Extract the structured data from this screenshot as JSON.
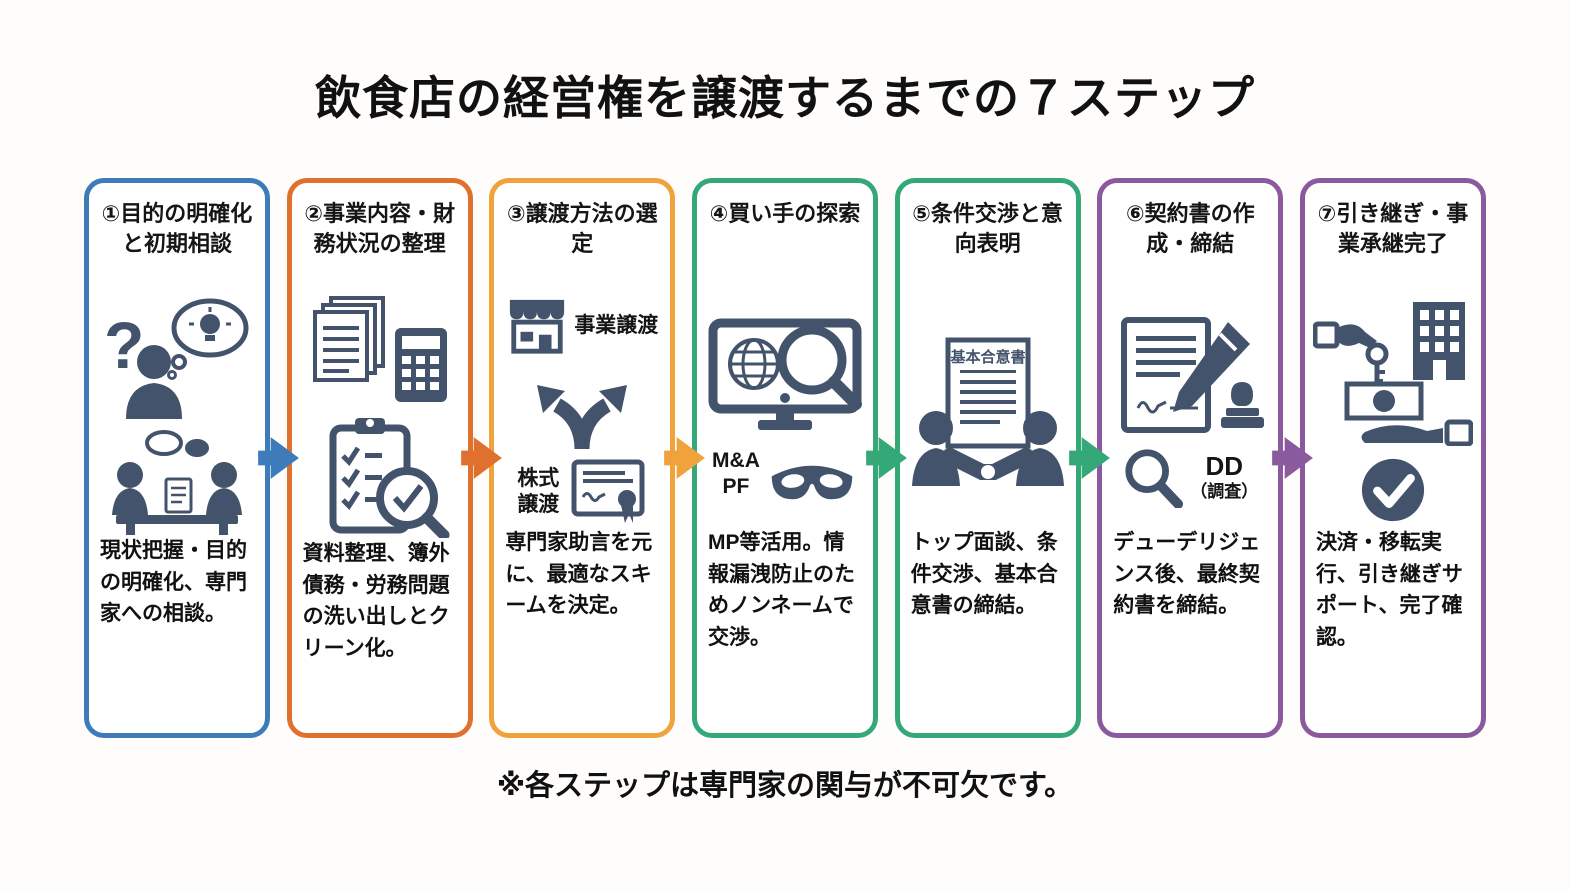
{
  "title": "飲食店の経営権を譲渡するまでの７ステップ",
  "footnote": "※各ステップは専門家の関与が不可欠です。",
  "icon_color": "#43536B",
  "steps": [
    {
      "title": "①目的の明確化と初期相談",
      "description": "現状把握・目的の明確化、専門家への相談。",
      "accent": "#3D7CB8",
      "icons": [
        "question-thinker-icon",
        "consultation-table-icon"
      ]
    },
    {
      "title": "②事業内容・財務状況の整理",
      "description": "資料整理、簿外債務・労務問題の洗い出しとクリーン化。",
      "accent": "#E0702E",
      "icons": [
        "documents-calculator-icon",
        "checklist-magnifier-icon"
      ]
    },
    {
      "title": "③譲渡方法の選定",
      "description": "専門家助言を元に、最適なスキームを決定。",
      "accent": "#F0A23C",
      "label_top": "事業譲渡",
      "label_bottom": "株式譲渡",
      "icons": [
        "storefront-icon",
        "branch-arrows-icon",
        "certificate-icon"
      ]
    },
    {
      "title": "④買い手の探索",
      "description": "MP等活用。情報漏洩防止のためノンネームで交渉。",
      "accent": "#35A878",
      "label_line1": "M&A",
      "label_line2": "PF",
      "icons": [
        "monitor-globe-search-icon",
        "mask-icon"
      ]
    },
    {
      "title": "⑤条件交渉と意向表明",
      "description": "トップ面談、条件交渉、基本合意書の締結。",
      "accent": "#35A878",
      "doc_label": "基本合意書",
      "icons": [
        "agreement-document-icon",
        "handshake-icon"
      ]
    },
    {
      "title": "⑥契約書の作成・締結",
      "description": "デューデリジェンス後、最終契約書を締結。",
      "accent": "#8B5A9E",
      "label_dd": "DD",
      "label_dd_sub": "（調査）",
      "icons": [
        "contract-pen-stamp-icon",
        "magnifier-icon"
      ]
    },
    {
      "title": "⑦引き継ぎ・事業承継完了",
      "description": "決済・移転実行、引き継ぎサポート、完了確認。",
      "accent": "#8B5A9E",
      "icons": [
        "key-handover-building-icon",
        "check-circle-icon"
      ]
    }
  ],
  "arrows": [
    {
      "color": "#3D7CB8"
    },
    {
      "color": "#E0702E"
    },
    {
      "color": "#F0A23C"
    },
    {
      "color": "#35A878"
    },
    {
      "color": "#35A878"
    },
    {
      "color": "#8B5A9E"
    }
  ]
}
